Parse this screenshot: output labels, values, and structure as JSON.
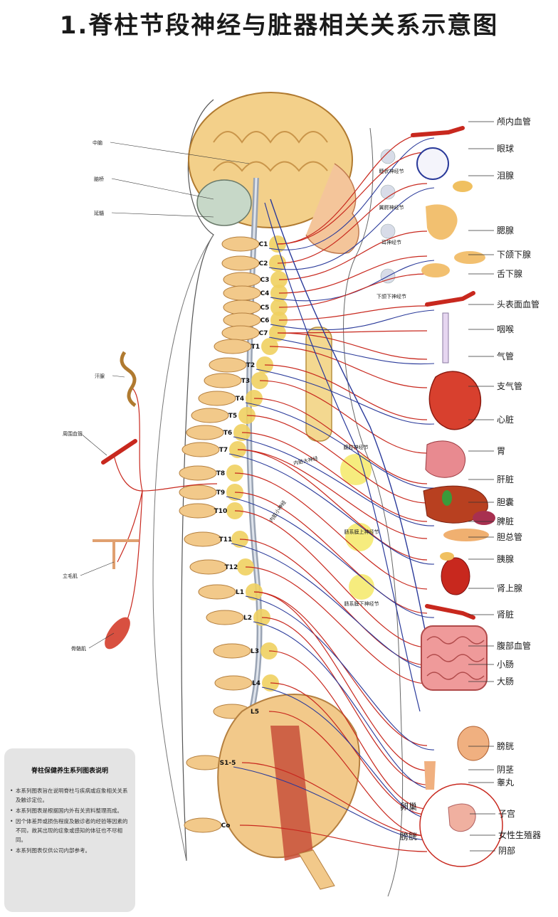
{
  "title": "1.脊柱节段神经与脏器相关关系示意图",
  "organs": [
    "颅内血管",
    "眼球",
    "泪腺",
    "腮腺",
    "下颌下腺",
    "舌下腺",
    "头表面血管",
    "咽喉",
    "气管",
    "支气管",
    "心脏",
    "胃",
    "肝脏",
    "胆囊",
    "脾脏",
    "胆总管",
    "胰腺",
    "肾上腺",
    "肾脏",
    "腹部血管",
    "小肠",
    "大肠",
    "膀胱",
    "阴茎",
    "睾丸",
    "卵巢",
    "子宫",
    "膀胱",
    "女性生殖器",
    "阴部"
  ],
  "left_labels": [
    "中脑",
    "脑桥",
    "延髓",
    "汗腺",
    "周围血管",
    "立毛肌",
    "骨骼肌"
  ],
  "ganglia": [
    "睫状神经节",
    "翼腭神经节",
    "耳神经节",
    "下颌下神经节",
    "腹腔神经节",
    "肠系膜上神经节",
    "肠系膜下神经节",
    "内脏大神经",
    "内脏小神经"
  ],
  "vertebrae": [
    "C1",
    "C2",
    "C3",
    "C4",
    "C5",
    "C6",
    "C7",
    "T1",
    "T2",
    "T3",
    "T4",
    "T5",
    "T6",
    "T7",
    "T8",
    "T9",
    "T10",
    "T11",
    "T12",
    "L1",
    "L2",
    "L3",
    "L4",
    "L5",
    "S1-5",
    "Co"
  ],
  "note": {
    "title": "脊柱保健养生系列图表说明",
    "items": [
      "本系列图表旨在说明脊柱与疾病或症象相关关系及触诊定位。",
      "本系列图表是根据国内外有关资料整理而成。",
      "因个体差异或损伤程度及触诊者的经验等因素的不同，故其出现的症象或感知的体征也不尽相同。",
      "本系列图表仅供公司内部参考。"
    ]
  },
  "colors": {
    "sympathetic": "#c8281e",
    "parasympathetic": "#2a3a9a",
    "spine": "#f0d060",
    "bone": "#f2c98a"
  }
}
